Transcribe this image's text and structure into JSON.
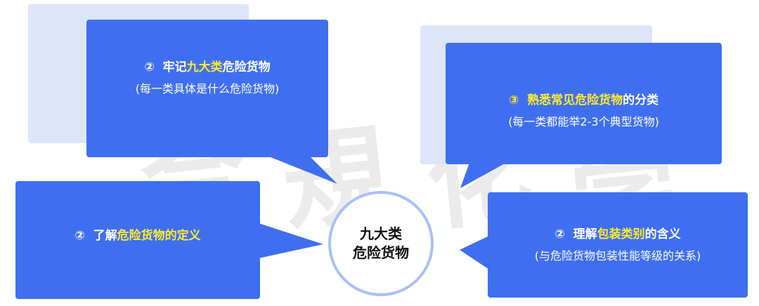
{
  "watermark": [
    "合",
    "規",
    "化",
    "學"
  ],
  "colors": {
    "card_blue": "#3f6ff0",
    "back_card": "#dde5fa",
    "highlight": "#ffeb2a",
    "circle_border": "#a9c0f7"
  },
  "center": {
    "line1": "九大类",
    "line2": "危险货物"
  },
  "cards": {
    "remember": {
      "marker": "②",
      "prefix": "牢记",
      "highlight": "九大类",
      "suffix": "危险货物",
      "subtitle": "(每一类具体是什么危险货物)"
    },
    "familiar": {
      "marker": "③",
      "highlight": "熟悉常见危险货物",
      "suffix": "的分类",
      "subtitle": "(每一类都能举2-3个典型货物)"
    },
    "understand": {
      "marker": "②",
      "prefix": "了解",
      "highlight": "危险货物的定义"
    },
    "packaging": {
      "marker": "②",
      "prefix": "理解",
      "highlight": "包装类别",
      "suffix": "的含义",
      "subtitle": "(与危险货物包装性能等级的关系)"
    }
  }
}
